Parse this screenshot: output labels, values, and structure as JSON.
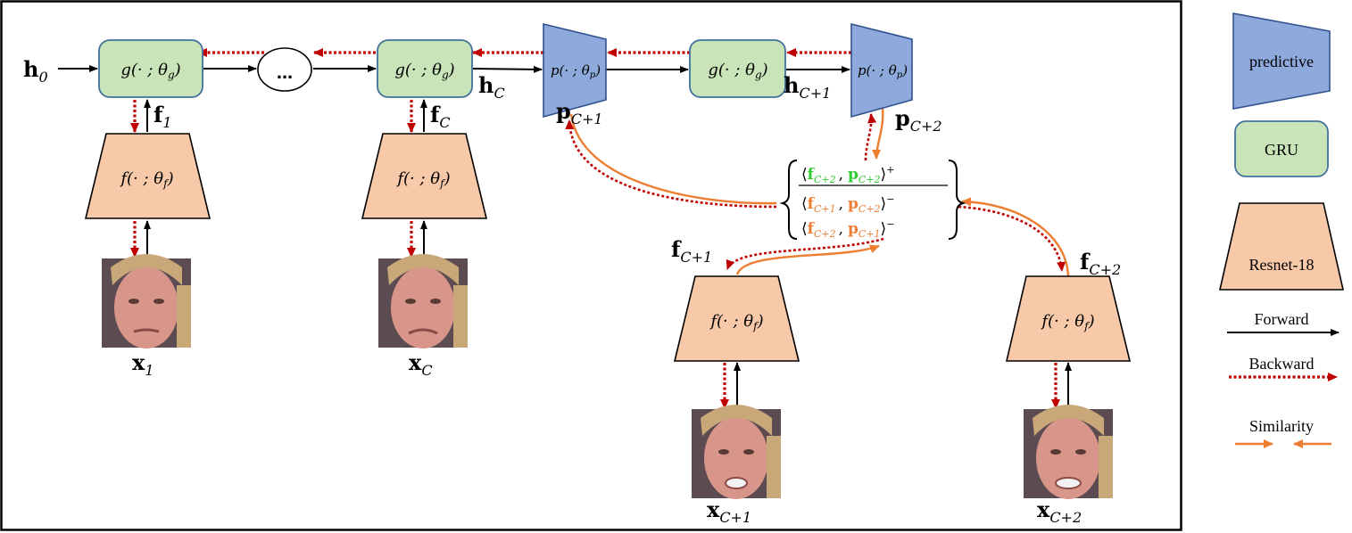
{
  "colors": {
    "gru_fill": "#c9e4b8",
    "encoder_fill": "#f8c9a8",
    "predictive_fill": "#8ea9db",
    "backward": "#c00000",
    "similarity": "#ed7d31",
    "positive": "#2ecc2e"
  },
  "nodes": {
    "gru_label": "g(· ; θ",
    "gru_sub": "g",
    "enc_label": "f(· ; θ",
    "enc_sub": "f",
    "pred_label": "p(· ; θ",
    "pred_sub": "p",
    "ellipsis": "..."
  },
  "labels": {
    "h": "h",
    "f": "f",
    "p": "p",
    "x": "x",
    "h0_sub": "0",
    "hC_sub": "C",
    "hC1_sub": "C+1",
    "f1_sub": "1",
    "fC_sub": "C",
    "fC1_sub": "C+1",
    "fC2_sub": "C+2",
    "pC1_sub": "C+1",
    "pC2_sub": "C+2",
    "x1_sub": "1",
    "xC_sub": "C",
    "xC1_sub": "C+1",
    "xC2_sub": "C+2"
  },
  "similarity_terms": {
    "open": "⟨",
    "comma": ",",
    "close": "⟩",
    "plus": "+",
    "minus": "−"
  },
  "legend": {
    "predictive": "predictive",
    "gru": "GRU",
    "resnet": "Resnet-18",
    "forward": "Forward",
    "backward": "Backward",
    "similarity": "Similarity"
  }
}
